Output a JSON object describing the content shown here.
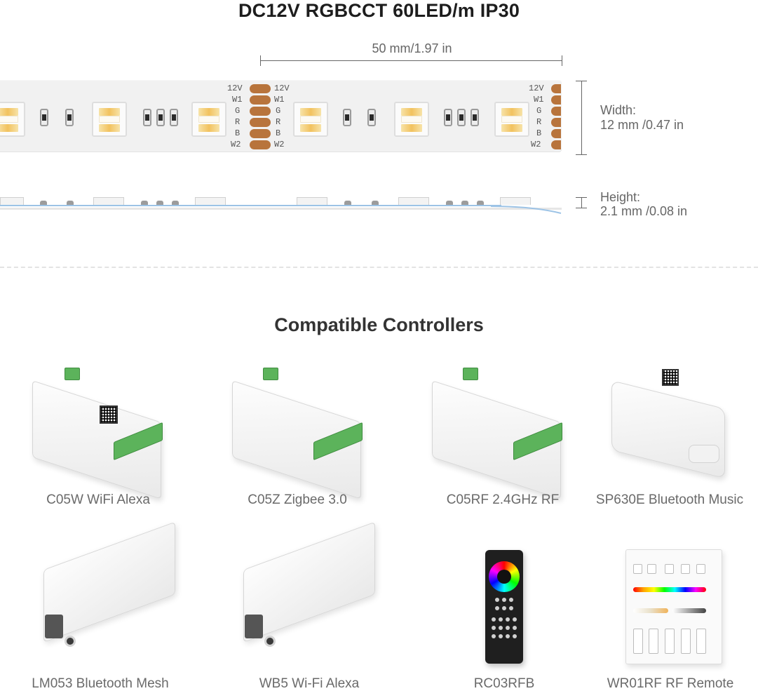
{
  "header": {
    "title": "DC12V RGBCCT 60LED/m IP30"
  },
  "dimensions": {
    "length": "50 mm/1.97 in",
    "width_label": "Width:",
    "width_value": "12 mm /0.47 in",
    "height_label": "Height:",
    "height_value": "2.1 mm /0.08 in"
  },
  "pads": {
    "left_labels": [
      "12V",
      "W1",
      "G",
      "R",
      "B",
      "W2"
    ],
    "right_labels": [
      "12V",
      "W1",
      "G",
      "R",
      "B",
      "W2"
    ],
    "end_labels": [
      "12V",
      "W1",
      "G",
      "R",
      "B",
      "W2"
    ],
    "color": "#b8743c"
  },
  "controllers": {
    "title": "Compatible Controllers",
    "items": [
      {
        "name": "C05W WiFi Alexa",
        "icon": "controller-box-icon"
      },
      {
        "name": "C05Z Zigbee 3.0",
        "icon": "controller-box-icon"
      },
      {
        "name": "C05RF 2.4GHz RF",
        "icon": "controller-box-icon"
      },
      {
        "name": "SP630E Bluetooth Music",
        "icon": "controller-box-icon"
      },
      {
        "name": "LM053 Bluetooth Mesh",
        "icon": "controller-box-icon"
      },
      {
        "name": "WB5 Wi-Fi Alexa",
        "icon": "controller-box-icon"
      },
      {
        "name": "RC03RFB",
        "icon": "remote-icon"
      },
      {
        "name": "WR01RF RF Remote",
        "icon": "wall-panel-icon"
      }
    ]
  },
  "colors": {
    "terminal_green": "#5cb35b",
    "text_gray": "#6a6a6a"
  }
}
